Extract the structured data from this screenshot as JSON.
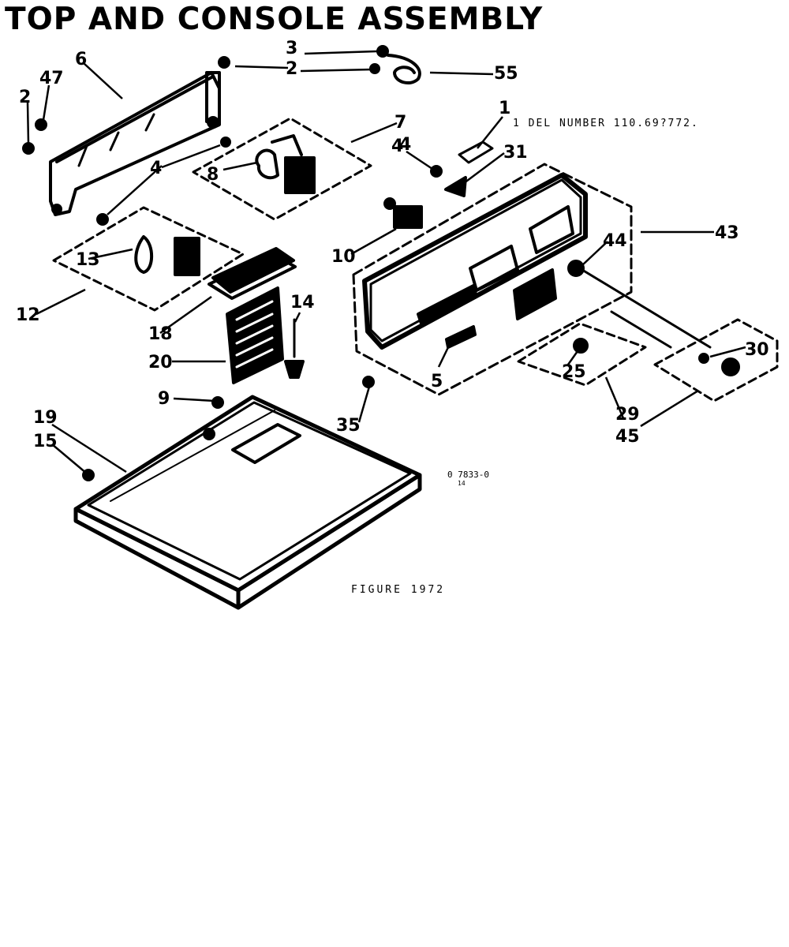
{
  "title": "TOP AND CONSOLE ASSEMBLY",
  "model_note": "1 DEL NUMBER 110.69?772.",
  "code_note": "0 7833-0",
  "code_sub": "14",
  "figure_note": "FIGURE 1972",
  "callouts": [
    {
      "id": "c2a",
      "label": "2"
    },
    {
      "id": "c47",
      "label": "47"
    },
    {
      "id": "c6",
      "label": "6"
    },
    {
      "id": "c3",
      "label": "3"
    },
    {
      "id": "c2b",
      "label": "2"
    },
    {
      "id": "c55",
      "label": "55"
    },
    {
      "id": "c1",
      "label": "1"
    },
    {
      "id": "c7",
      "label": "7"
    },
    {
      "id": "c4a",
      "label": "4"
    },
    {
      "id": "c8",
      "label": "8"
    },
    {
      "id": "c4b",
      "label": "4"
    },
    {
      "id": "c31",
      "label": "31"
    },
    {
      "id": "c43",
      "label": "43"
    },
    {
      "id": "c44",
      "label": "44"
    },
    {
      "id": "c10",
      "label": "10"
    },
    {
      "id": "c4c",
      "label": "4"
    },
    {
      "id": "c13",
      "label": "13"
    },
    {
      "id": "c12",
      "label": "12"
    },
    {
      "id": "c14",
      "label": "14"
    },
    {
      "id": "c18",
      "label": "18"
    },
    {
      "id": "c20",
      "label": "20"
    },
    {
      "id": "c5",
      "label": "5"
    },
    {
      "id": "c25",
      "label": "25"
    },
    {
      "id": "c30",
      "label": "30"
    },
    {
      "id": "c35",
      "label": "35"
    },
    {
      "id": "c29",
      "label": "29"
    },
    {
      "id": "c45",
      "label": "45"
    },
    {
      "id": "c9",
      "label": "9"
    },
    {
      "id": "c19",
      "label": "19"
    },
    {
      "id": "c15",
      "label": "15"
    }
  ]
}
